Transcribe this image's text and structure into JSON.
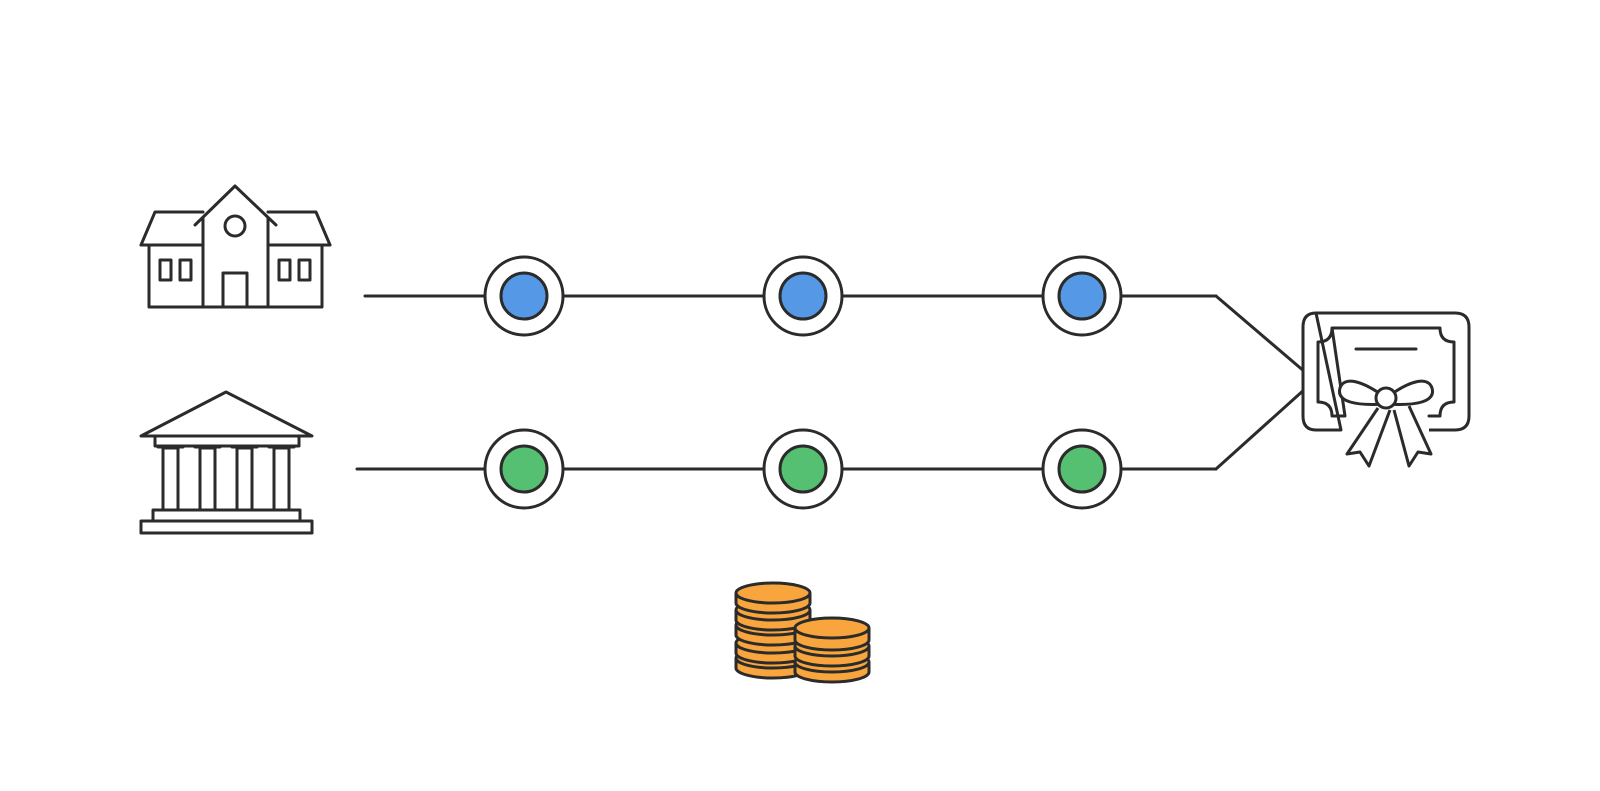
{
  "diagram": {
    "icons": {
      "school": "school-building-icon",
      "institution": "government-building-icon",
      "certificate": "certificate-icon",
      "coins": "coin-stacks-icon"
    },
    "tracks": [
      {
        "name": "top-track",
        "nodes": 3,
        "color": "#5599e6"
      },
      {
        "name": "bottom-track",
        "nodes": 3,
        "color": "#55c072"
      }
    ],
    "colors": {
      "line": "#2b2b2b",
      "coin": "#f8a53d",
      "background": "#ffffff"
    }
  }
}
